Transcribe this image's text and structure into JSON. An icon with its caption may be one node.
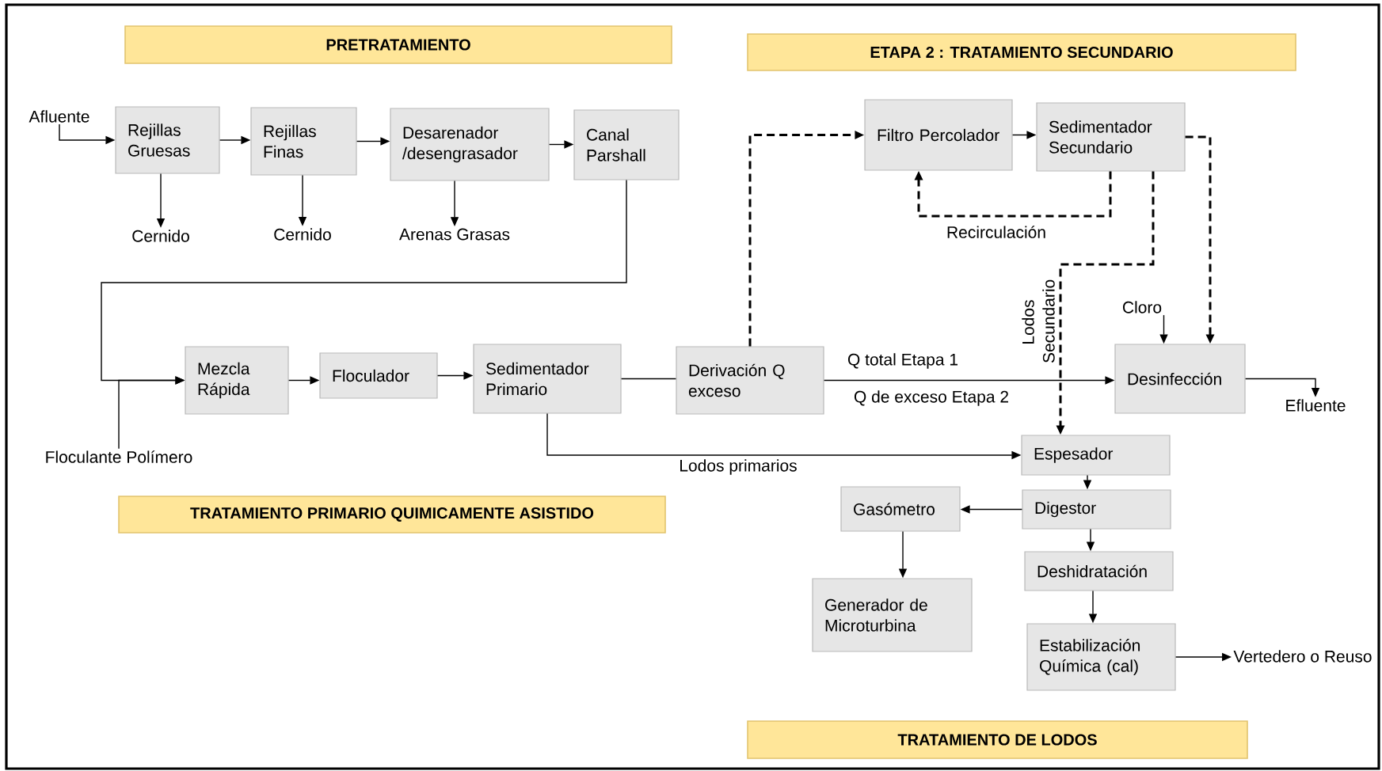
{
  "diagram": {
    "nodes": [
      {
        "text": [
          "PRETRATAMIENTO"
        ]
      },
      {
        "text": [
          "ETAPA 2 :  TRATAMIENTO SECUNDARIO"
        ]
      },
      {
        "text": [
          "Afluente"
        ]
      },
      {
        "text": [
          "Rejillas Gruesas"
        ]
      },
      {
        "text": [
          "Rejillas Finas"
        ]
      },
      {
        "text": [
          "Desarenador /desengrasador"
        ]
      },
      {
        "text": [
          "Canal Parshall"
        ]
      },
      {
        "text": [
          "Filtro Percolador"
        ]
      },
      {
        "text": [
          "Sedimentador Secundario"
        ]
      },
      {
        "text": [
          "Cernido"
        ]
      },
      {
        "text": [
          "Cernido"
        ]
      },
      {
        "text": [
          "Arenas Grasas"
        ]
      },
      {
        "text": [
          "Cloro"
        ]
      },
      {
        "text": [
          "Mezcla Rápida"
        ]
      },
      {
        "text": [
          "Floculador"
        ]
      },
      {
        "text": [
          "Sedimentador Primario"
        ]
      },
      {
        "text": [
          "Derivación Q exceso"
        ]
      },
      {
        "text": [
          "Desinfección"
        ]
      },
      {
        "text": [
          "Efluente"
        ]
      },
      {
        "text": [
          "Floculante Polímero"
        ]
      },
      {
        "text": [
          "Espesador"
        ]
      },
      {
        "text": [
          "TRATAMIENTO PRIMARIO QUIMICAMENTE ASISTIDO"
        ]
      },
      {
        "text": [
          "Gasómetro"
        ]
      },
      {
        "text": [
          "Digestor"
        ]
      },
      {
        "text": [
          "Deshidratación"
        ]
      },
      {
        "text": [
          "Generador de Microturbina"
        ]
      },
      {
        "text": [
          "Estabilización Química (cal)"
        ]
      },
      {
        "text": [
          "Vertedero o Reuso"
        ]
      },
      {
        "text": [
          "TRATAMIENTO DE LODOS"
        ]
      }
    ],
    "edges": [
      {
        "from": 2,
        "to": 3,
        "arrow": "to"
      },
      {
        "from": 3,
        "to": 4,
        "arrow": "to"
      },
      {
        "from": 4,
        "to": 5,
        "arrow": "to"
      },
      {
        "from": 5,
        "to": 6,
        "arrow": "to"
      },
      {
        "from": 3,
        "to": 9,
        "arrow": "to"
      },
      {
        "from": 4,
        "to": 10,
        "arrow": "to"
      },
      {
        "from": 5,
        "to": 11,
        "arrow": "to"
      },
      {
        "from": 6,
        "to": 13,
        "arrow": "to"
      },
      {
        "from": 19,
        "to": 13,
        "arrow": "to"
      },
      {
        "from": 13,
        "to": 14,
        "arrow": "to"
      },
      {
        "from": 14,
        "to": 15,
        "arrow": "to"
      },
      {
        "from": 15,
        "to": 16,
        "arrow": "none"
      },
      {
        "from": 16,
        "to": 17,
        "arrow": "to",
        "label": "Q total Etapa 1"
      },
      {
        "from": 16,
        "to": 7,
        "arrow": "to",
        "style": "dashed"
      },
      {
        "from": 7,
        "to": 8,
        "arrow": "to"
      },
      {
        "from": 8,
        "to": 7,
        "arrow": "to",
        "style": "dashed",
        "label": "Recirculación"
      },
      {
        "from": 8,
        "to": 17,
        "arrow": "to",
        "style": "dashed"
      },
      {
        "from": 8,
        "to": 20,
        "arrow": "to",
        "style": "dashed",
        "label": "Lodos Secundario"
      },
      {
        "from": 12,
        "to": 17,
        "arrow": "to"
      },
      {
        "from": 17,
        "to": 18,
        "arrow": "to"
      },
      {
        "from": 15,
        "to": 20,
        "arrow": "to",
        "label": "Lodos primarios"
      },
      {
        "from": 20,
        "to": 23,
        "arrow": "to"
      },
      {
        "from": 23,
        "to": 22,
        "arrow": "to"
      },
      {
        "from": 22,
        "to": 25,
        "arrow": "to"
      },
      {
        "from": 23,
        "to": 24,
        "arrow": "to"
      },
      {
        "from": 24,
        "to": 26,
        "arrow": "to"
      },
      {
        "from": 26,
        "to": 27,
        "arrow": "to"
      }
    ],
    "labels": [
      "Q de exceso Etapa 2"
    ]
  }
}
